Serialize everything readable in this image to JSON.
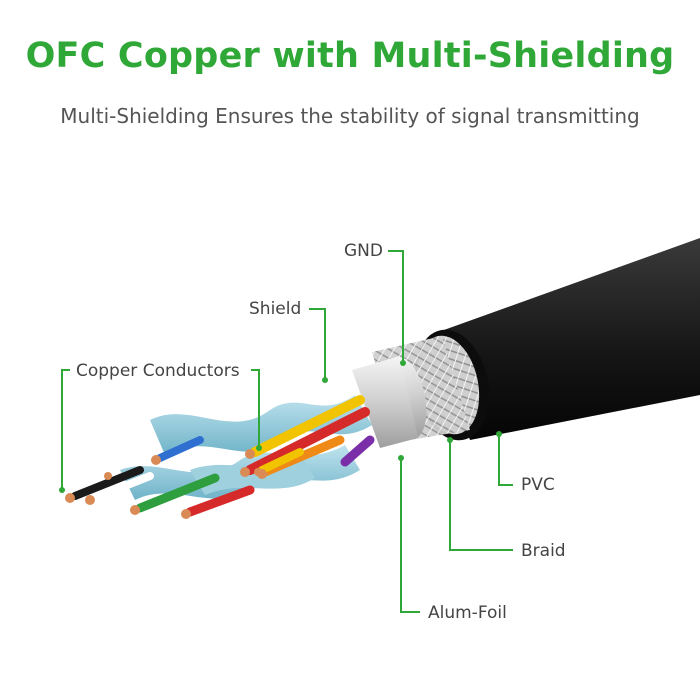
{
  "title": "OFC Copper with Multi-Shielding",
  "subtitle": "Multi-Shielding Ensures the stability of signal transmitting",
  "labels": {
    "gnd": "GND",
    "shield": "Shield",
    "copper_conductors": "Copper Conductors",
    "pvc": "PVC",
    "braid": "Braid",
    "alum_foil": "Alum-Foil"
  },
  "colors": {
    "accent_green": "#2fa838",
    "label_text": "#444444",
    "jacket": "#1c1c1c",
    "foil": "#8fc9d8"
  },
  "wire_colors": [
    "#ffffff",
    "#1a1a1a",
    "#2f6fd0",
    "#2e9e3e",
    "#d62a2a",
    "#f2c400",
    "#f08a16",
    "#7a2fa8"
  ]
}
